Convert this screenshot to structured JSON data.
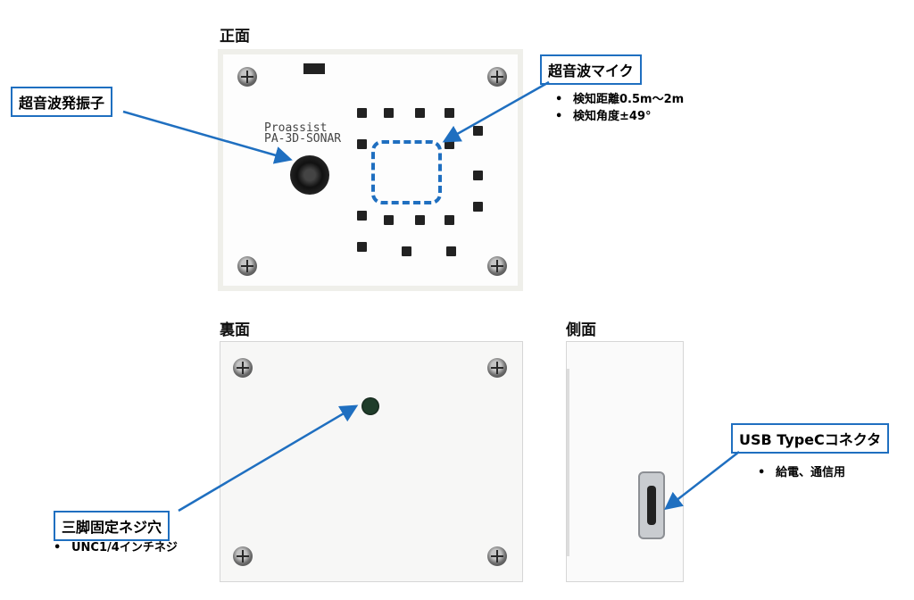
{
  "headings": {
    "front": "正面",
    "back": "裏面",
    "side": "側面"
  },
  "front_board": {
    "silk_line1": "Proassist",
    "silk_line2": "PA-3D-SONAR"
  },
  "callouts": {
    "transducer": "超音波発振子",
    "mic": "超音波マイク",
    "tripod": "三脚固定ネジ穴",
    "usb": "USB TypeCコネクタ"
  },
  "mic_specs": [
    "検知距離0.5m～2m",
    "検知角度±49°"
  ],
  "tripod_specs": [
    "UNC1/4インチネジ"
  ],
  "usb_specs": [
    "給電、通信用"
  ],
  "colors": {
    "callout_border": "#1f6fc0",
    "arrow": "#1f6fc0"
  },
  "icons": {
    "screw": "screw-icon",
    "tripod_hole": "threaded-hole-icon",
    "usb_port": "usb-c-port-icon"
  }
}
